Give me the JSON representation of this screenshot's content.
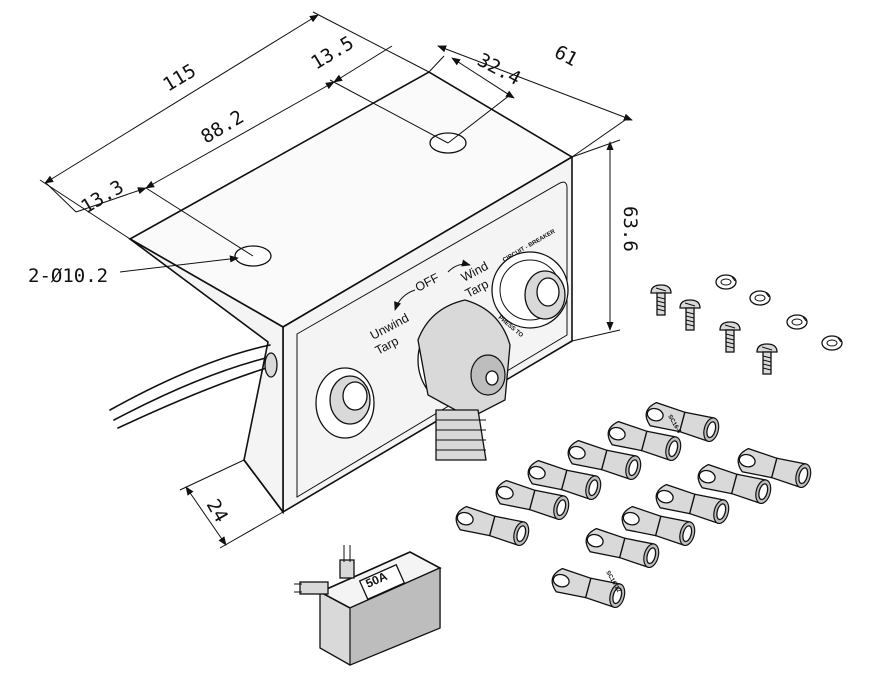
{
  "dimensions": {
    "overall_length": "115",
    "hole_spacing": "88.2",
    "hole_offset_left": "13.3",
    "hole_offset_right": "13.5",
    "depth": "61",
    "hole_from_back": "32.4",
    "height": "63.6",
    "flange_height": "24",
    "mounting_holes": "2-Ø10.2"
  },
  "panel_labels": {
    "off": "OFF",
    "wind_line1": "Wind",
    "wind_line2": "Tarp",
    "unwind_line1": "Unwind",
    "unwind_line2": "Tarp",
    "breaker_ring_top": "CIRCUIT - BREAKER",
    "breaker_ring_bottom": "PRESS TO"
  },
  "breaker_rating": "50A",
  "lug_marking": "SC16-6",
  "lug_marking_alt": "SC16-12"
}
